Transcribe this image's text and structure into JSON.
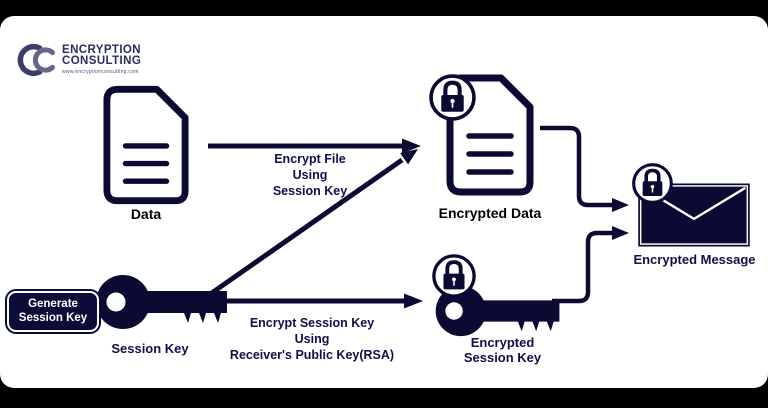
{
  "colors": {
    "background": "#000000",
    "panel": "#ffffff",
    "navy": "#0a0a33",
    "label_navy": "#10104a",
    "logo_navy": "#282c5f",
    "black_label": "#000000"
  },
  "logo": {
    "name_line1": "ENCRYPTION",
    "name_line2": "CONSULTING",
    "tagline": "www.encryptionconsulting.com"
  },
  "diagram": {
    "data_label": "Data",
    "encrypted_data_label": "Encrypted Data",
    "generate_button": {
      "line1": "Generate",
      "line2": "Session Key"
    },
    "session_key_label": "Session Key",
    "encrypted_session_key": {
      "line1": "Encrypted",
      "line2": "Session Key"
    },
    "encrypted_message_label": "Encrypted Message",
    "arrow_encrypt_file": {
      "line1": "Encrypt File",
      "line2": "Using",
      "line3": "Session Key"
    },
    "arrow_encrypt_session_key": {
      "line1": "Encrypt Session Key",
      "line2": "Using",
      "line3": "Receiver's Public Key(RSA)"
    }
  }
}
